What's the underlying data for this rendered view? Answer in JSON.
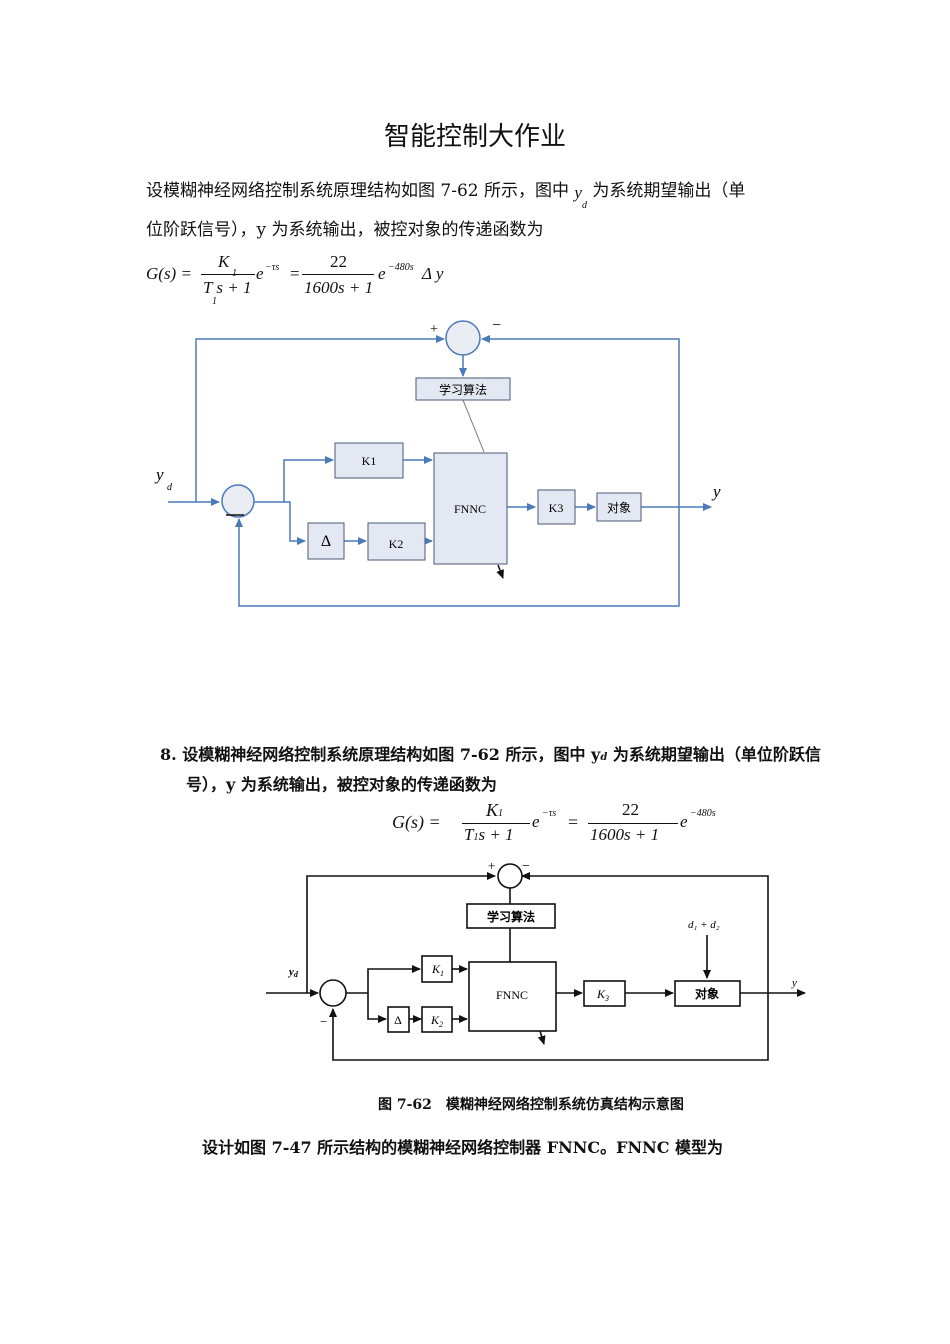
{
  "title": "智能控制大作业",
  "intro": {
    "line1_a": "设模糊神经网络控制系统原理结构如图 7-62 所示，图中",
    "var_y": "y",
    "sub_d": "d",
    "line1_b": "为系统期望输出（单",
    "line2": "位阶跃信号），y 为系统输出，被控对象的传递函数为"
  },
  "formula1": {
    "lhs": "G(s) =",
    "num1": "K",
    "num1_sub": "1",
    "den1": "T s + 1",
    "den1_sub": "1",
    "exp1": "e",
    "exp1_power": "−τs",
    "eq": "=",
    "num2": "22",
    "den2": "1600s + 1",
    "exp2": "e",
    "exp2_power": "−480s",
    "tail": "Δ y"
  },
  "diagram1": {
    "plus": "+",
    "minus": "−",
    "learning": "学习算法",
    "k1": "K1",
    "k2": "K2",
    "delta": "Δ",
    "fnnc": "FNNC",
    "k3": "K3",
    "plant": "对象",
    "input": "y",
    "input_sub": "d",
    "output": "y",
    "lower_minus": "−"
  },
  "scan": {
    "q_num": "8.",
    "line1": "设模糊神经网络控制系统原理结构如图 7-62 所示，图中 y",
    "line1_sub": "d",
    "line1_b": "为系统期望输出（单位阶跃信",
    "line2": "号），y 为系统输出，被控对象的传递函数为",
    "formula": {
      "lhs": "G(s) =",
      "num1": "K",
      "num1_sub": "1",
      "den1": "T",
      "den1_sub": "1",
      "den1_tail": "s + 1",
      "exp1": "e",
      "exp1_power": "−τs",
      "eq": "=",
      "num2": "22",
      "den2": "1600s + 1",
      "exp2": "e",
      "exp2_power": "−480s"
    },
    "diagram": {
      "plus": "+",
      "minus": "−",
      "learning": "学习算法",
      "k1": "K",
      "k1_sub": "1",
      "k2": "K",
      "k2_sub": "2",
      "delta": "Δ",
      "fnnc": "FNNC",
      "k3": "K",
      "k3_sub": "3",
      "plant": "对象",
      "disturb": "d₁ + d₂",
      "input": "y",
      "input_sub": "d",
      "output": "y",
      "lower_minus": "−"
    },
    "caption": "图 7-62　模糊神经网络控制系统仿真结构示意图",
    "bottom": "设计如图 7-47 所示结构的模糊神经网络控制器 FNNC。FNNC 模型为"
  }
}
